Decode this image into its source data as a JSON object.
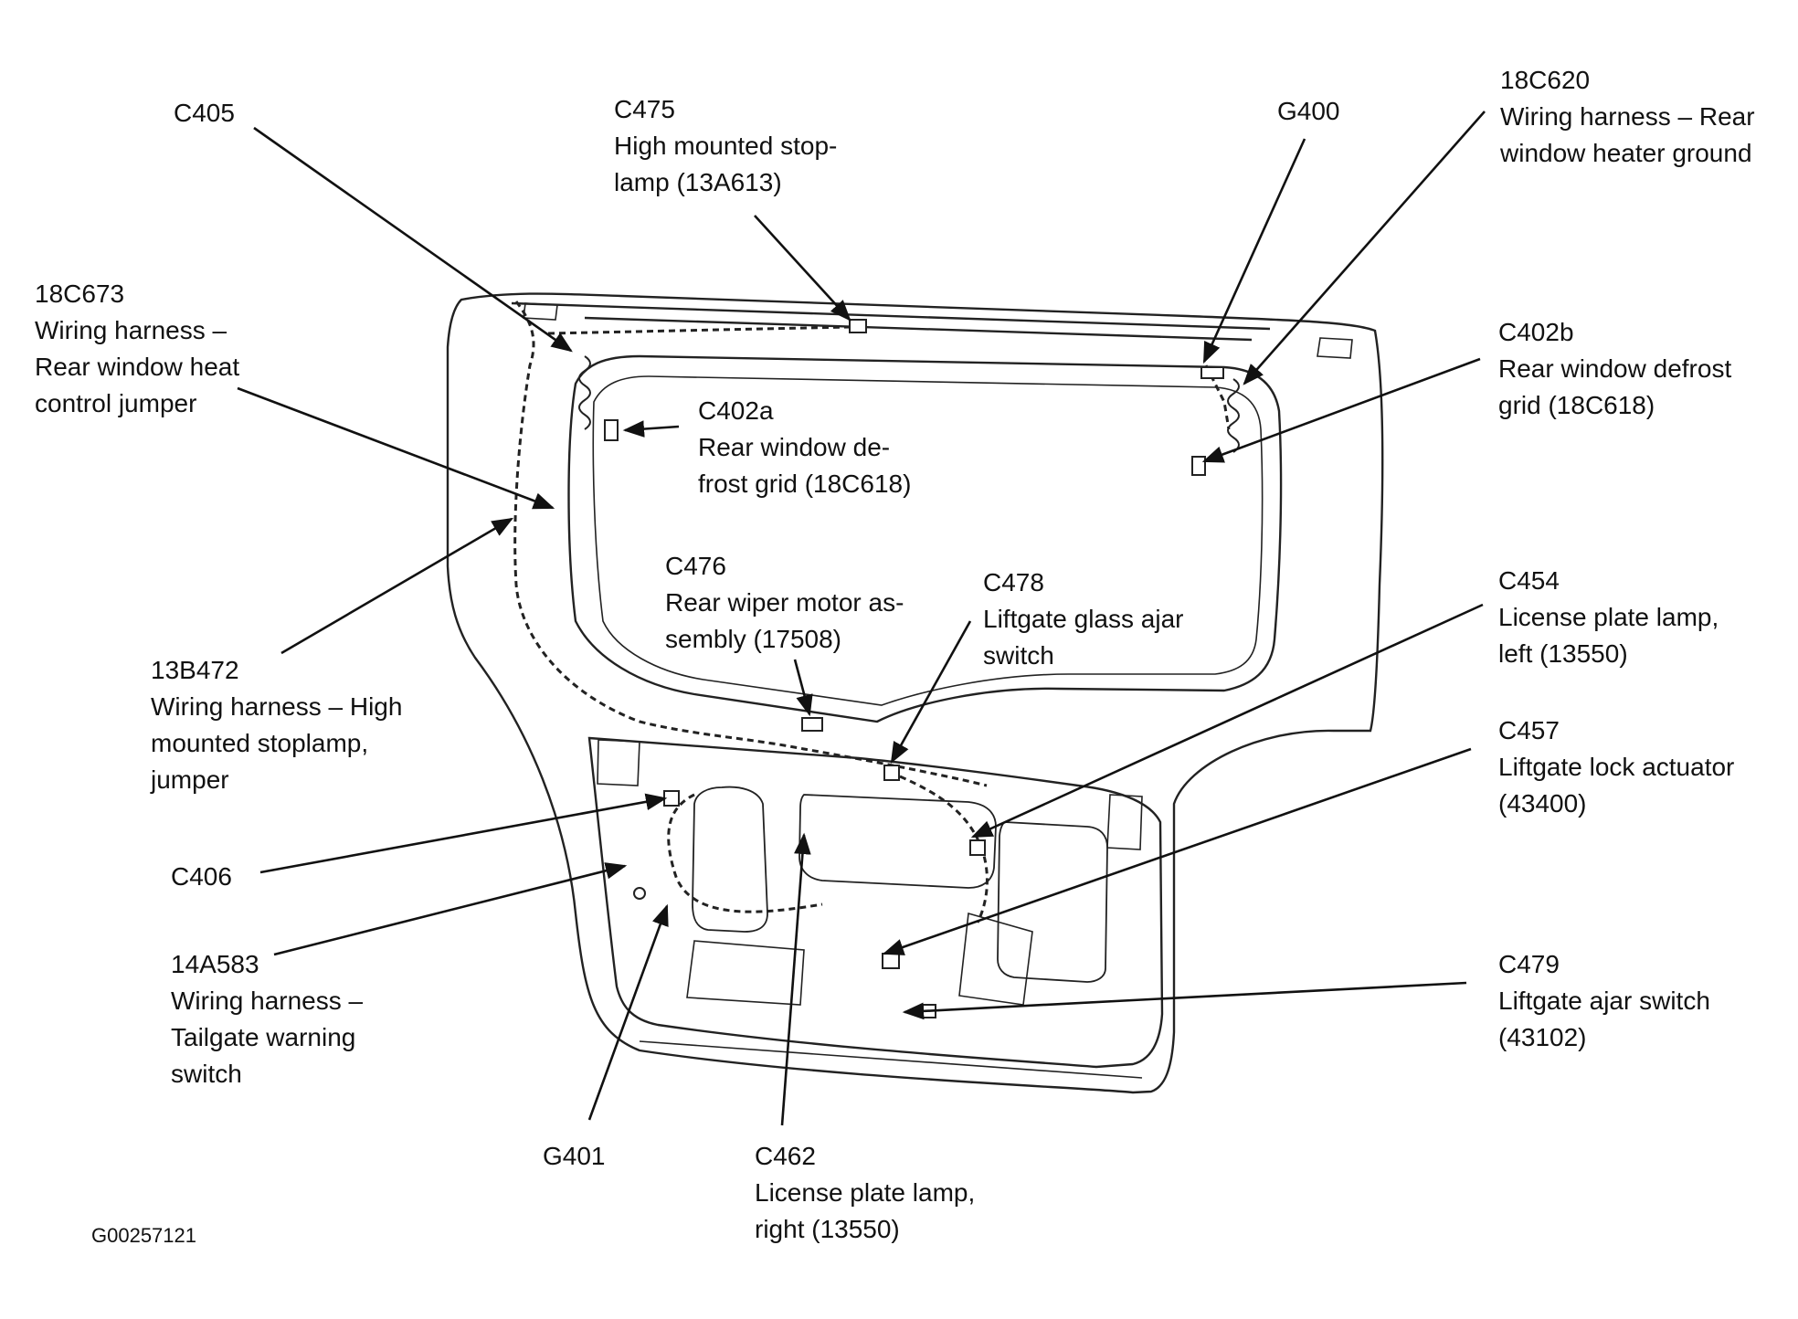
{
  "figure_id": "G00257121",
  "labels": [
    {
      "id": "c405",
      "code": "C405",
      "desc": ""
    },
    {
      "id": "c475",
      "code": "C475",
      "desc": "High mounted stop-\nlamp (13A613)"
    },
    {
      "id": "g400",
      "code": "G400",
      "desc": ""
    },
    {
      "id": "18c620",
      "code": "18C620",
      "desc": "Wiring harness – Rear\nwindow heater ground"
    },
    {
      "id": "18c673",
      "code": "18C673",
      "desc": "Wiring harness –\nRear window heat\ncontrol jumper"
    },
    {
      "id": "c402a",
      "code": "C402a",
      "desc": "Rear window de-\nfrost grid (18C618)"
    },
    {
      "id": "c402b",
      "code": "C402b",
      "desc": "Rear window defrost\ngrid (18C618)"
    },
    {
      "id": "c476",
      "code": "C476",
      "desc": "Rear wiper motor as-\nsembly (17508)"
    },
    {
      "id": "c478",
      "code": "C478",
      "desc": "Liftgate glass ajar\nswitch"
    },
    {
      "id": "c454",
      "code": "C454",
      "desc": "License plate lamp,\nleft (13550)"
    },
    {
      "id": "13b472",
      "code": "13B472",
      "desc": "Wiring harness – High\nmounted stoplamp,\njumper"
    },
    {
      "id": "c457",
      "code": "C457",
      "desc": "Liftgate lock actuator\n(43400)"
    },
    {
      "id": "c406",
      "code": "C406",
      "desc": ""
    },
    {
      "id": "14a583",
      "code": "14A583",
      "desc": "Wiring harness –\nTailgate warning\nswitch"
    },
    {
      "id": "c479",
      "code": "C479",
      "desc": "Liftgate ajar switch\n(43102)"
    },
    {
      "id": "g401",
      "code": "G401",
      "desc": ""
    },
    {
      "id": "c462",
      "code": "C462",
      "desc": "License plate lamp,\nright (13550)"
    }
  ]
}
